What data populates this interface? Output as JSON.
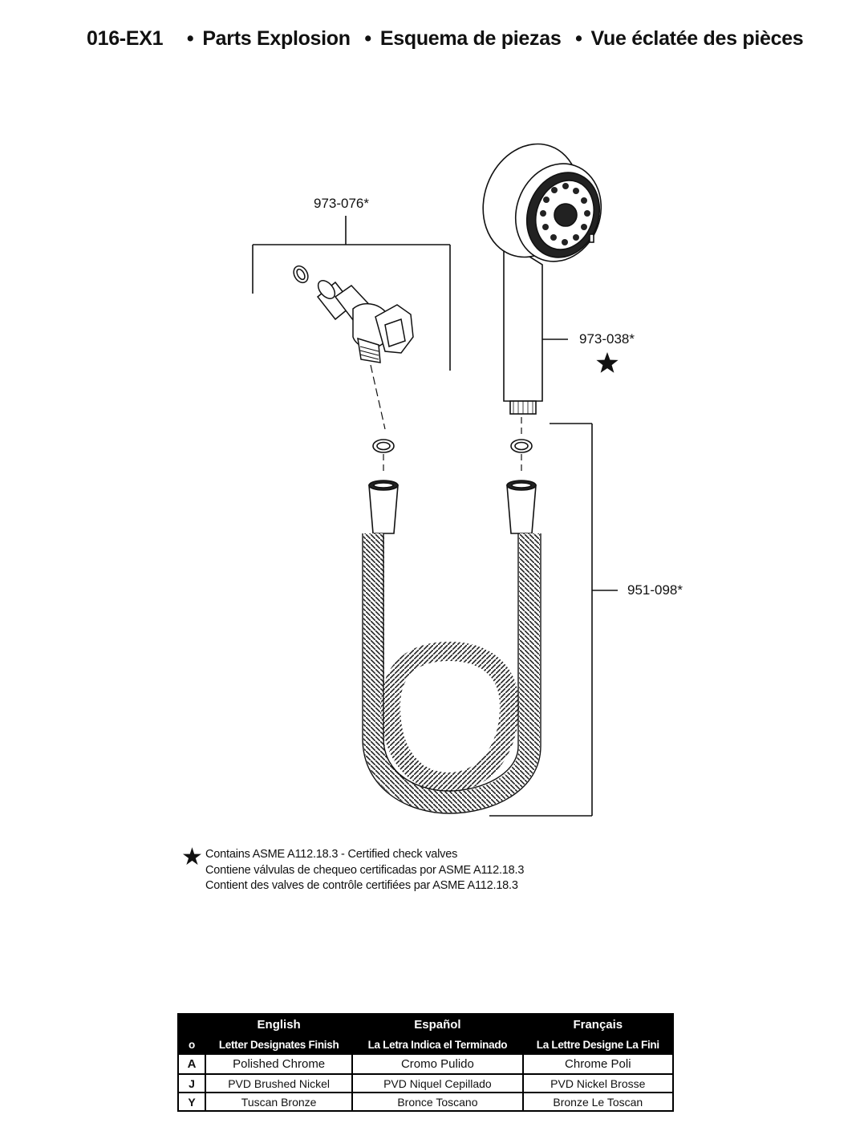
{
  "header": {
    "model_code": "016-EX1",
    "separator": "•",
    "title_en": "Parts Explosion",
    "title_es": "Esquema de piezas",
    "title_fr": "Vue éclatée des pièces"
  },
  "parts": [
    {
      "label": "973-076*"
    },
    {
      "label": "973-038*"
    },
    {
      "label": "951-098*"
    }
  ],
  "notes": {
    "symbol": "★",
    "lines": [
      "Contains ASME A112.18.3 - Certified check valves",
      "Contiene válvulas de chequeo certificadas por ASME A112.18.3",
      "Contient des valves de contrôle certifiées par ASME A112.18.3"
    ]
  },
  "finish_table": {
    "headers": [
      "English",
      "Español",
      "Français"
    ],
    "sub_symbol": "o",
    "subheaders": [
      "Letter Designates Finish",
      "La Letra Indica el Terminado",
      "La Lettre Designe La Fini"
    ],
    "rows": [
      {
        "letter": "A",
        "en": "Polished Chrome",
        "es": "Cromo Pulido",
        "fr": "Chrome Poli"
      },
      {
        "letter": "J",
        "en": "PVD Brushed Nickel",
        "es": "PVD Niquel Cepillado",
        "fr": "PVD Nickel Brosse"
      },
      {
        "letter": "Y",
        "en": "Tuscan Bronze",
        "es": "Bronce Toscano",
        "fr": "Bronze Le Toscan"
      }
    ]
  }
}
